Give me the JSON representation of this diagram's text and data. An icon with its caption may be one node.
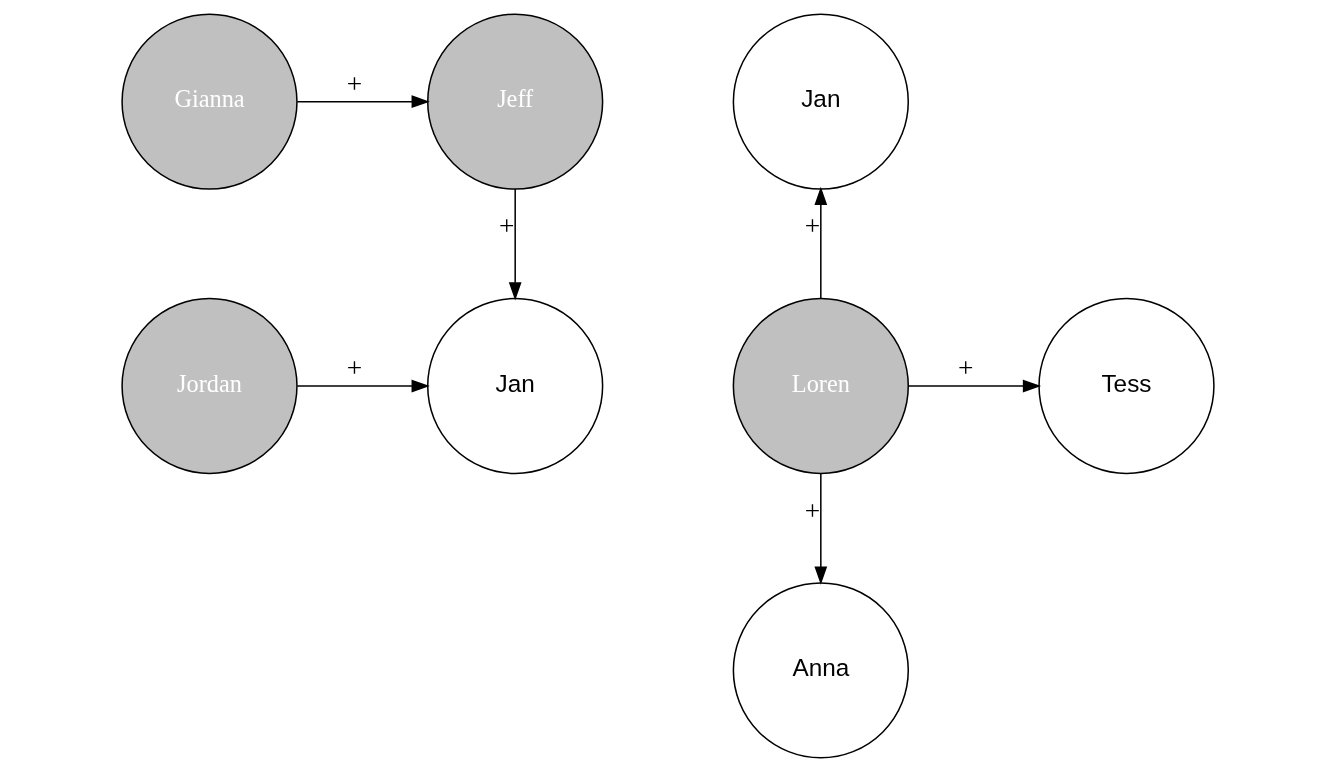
{
  "diagram": {
    "nodes": [
      {
        "text": [
          "Gianna"
        ]
      },
      {
        "text": [
          "Jeff"
        ]
      },
      {
        "text": [
          "Jordan"
        ]
      },
      {
        "text": [
          "Jan"
        ]
      },
      {
        "text": [
          "Jan"
        ]
      },
      {
        "text": [
          "Loren"
        ]
      },
      {
        "text": [
          "Tess"
        ]
      },
      {
        "text": [
          "Anna"
        ]
      }
    ],
    "edges": [
      {
        "from": 0,
        "to": 1,
        "arrow": "to",
        "label": "+"
      },
      {
        "from": 1,
        "to": 3,
        "arrow": "to",
        "label": "+"
      },
      {
        "from": 2,
        "to": 3,
        "arrow": "to",
        "label": "+"
      },
      {
        "from": 5,
        "to": 4,
        "arrow": "to",
        "label": "+"
      },
      {
        "from": 5,
        "to": 6,
        "arrow": "to",
        "label": "+"
      },
      {
        "from": 5,
        "to": 7,
        "arrow": "to",
        "label": "+"
      }
    ]
  }
}
